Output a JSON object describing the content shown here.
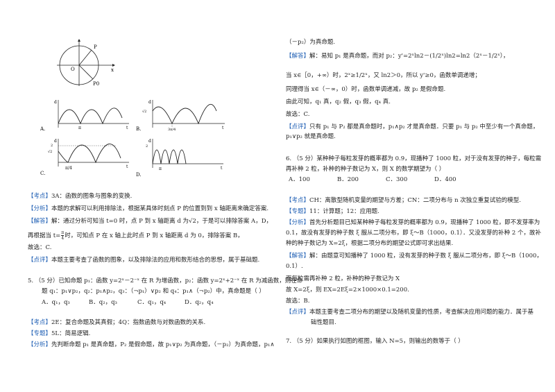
{
  "left": {
    "fig_top": {
      "label_P": "P",
      "label_O": "O",
      "label_x": "x",
      "label_P0": "P0"
    },
    "graphs": {
      "A": {
        "letter": "A.",
        "d": "d",
        "tick": "π",
        "t": "t"
      },
      "B": {
        "letter": "B.",
        "d": "d",
        "sqrt": "√2",
        "tick": "3π/4",
        "t": "t"
      },
      "C": {
        "letter": "C.",
        "d": "d",
        "two": "2",
        "sqrt": "√2",
        "tick": "π/4",
        "t": "t"
      },
      "D": {
        "letter": "D.",
        "d": "d",
        "two": "2",
        "tick": "π",
        "t": "t"
      }
    },
    "kaodian_tag": "【考点】",
    "kaodian_text": "3A：函数的图象与图象的变换.",
    "fenxi_tag": "【分析】",
    "fenxi_text": "本题的求解可以利用排除法，根据某具体时刻点 P 的位置到到 x 轴距离来确定答案.",
    "jieda_tag": "【解答】",
    "jieda_text1": "解：通过分析可知当 t=0 时，点 P 到 x 轴距离 d 为√2，于是可以排除答案 A，D，",
    "jieda_text2a": "再根据当 t=",
    "jieda_text2_frac_num": "π",
    "jieda_text2_frac_den": "4",
    "jieda_text2b": "时，可知点 P 在 x 轴上此时点 P 到 x 轴距离 d 为 0，排除答案 B，",
    "jieda_text3": "故选：C.",
    "dianping_tag": "【点评】",
    "dianping_text": "本题主要考查了函数的图象，以及排除法的应用和数形结合的思想，属于基础题.",
    "q5_line1": "5.  （5 分）已知命题 p₁：函数 y=2ˣ－2⁻ˣ 在 R 为增函数，p₂：函数 y=2ˣ+2⁻ˣ 在 R 为减函数，则在命",
    "q5_line2": "题 q₁：p₁∨p₂，q₂：p₁∧p₂，q₃：（¬p₁）∨p₂ 和 q₄：p₁∧（¬p₂）中，真命题是（     ）",
    "q5_options": [
      "A．q₁，q₃",
      "B．q₂，q₃",
      "C．q₁，q₄",
      "D．q₂，q₄"
    ],
    "q5_kaodian_tag": "【考点】",
    "q5_kaodian_text": "2E：复合命题及其真假；4Q：指数函数与对数函数的关系.",
    "q5_zhuanti_tag": "【专题】",
    "q5_zhuanti_text": "5L：简易逻辑.",
    "q5_fenxi_tag": "【分析】",
    "q5_fenxi_text": "先判断命题 p₁ 是真命题，P₂ 是假命题，故 p₁∨p₂ 为真命题，（－p₂）为真命题，p₁∧"
  },
  "right": {
    "r1": "（－p₂）为真命题.",
    "jieda_tag": "【解答】",
    "r2": "解：易知 p₁ 是真命题，而对 p₂：y'=2ˣln2－(1/2ˣ)ln2=ln2（2ˣ－1/2ˣ），",
    "r3": "当 x∈［0，+∞）时，2ˣ≥1/2ˣ，又 ln2＞0，所以 y'≥0，函数单调递增；",
    "r4": "同理得当 x∈（－∞，0）时，函数单调递减，故 p₂ 是假命题.",
    "r5": "由此可知，q₁ 真，q₂ 假，q₃ 假，q₄ 真.",
    "r6": "故选：C.",
    "dianping_tag": "【点评】",
    "r7": "只有 p₁ 与 P₂ 都是真命题时，p₁∧p₂ 才是真命题．只要 p₁ 与 p₂ 中至少有一个真命题，",
    "r8": "p₁∨p₂ 就是真命题.",
    "q6_line1": "6.  （5 分）某种种子每粒发芽的概率都为 0.9，现播种了 1000 粒，对于没有发芽的种子，每粒需",
    "q6_line2": "再补种 2 粒，补种的种子数记为 X，则 X 的数学期望为（     ）",
    "q6_options": [
      "A．100",
      "B．200",
      "C．300",
      "D．400"
    ],
    "kaodian_tag": "【考点】",
    "kaodian_text": "CH：离散型随机变量的期望与方差；CN：二项分布与 n 次独立重复试验的模型.",
    "zhuanti_tag": "【专题】",
    "zhuanti_text": "11：计算题；12：应用题.",
    "fenxi_tag": "【分析】",
    "f1": "首先分析题目已知某种种子每粒发芽的概率都为 0.9，现播种了 1000 粒，即不发芽率为",
    "f2": "0.1，故没有发芽的种子数 ξ 服从二项分布，即 ξ～B（1000，0.1）．又没发芽的补种 2 个，故补",
    "f3": "种的种子数记为 X=2ξ，根据二项分布的期望公式即可求出结果.",
    "jieda2_tag": "【解答】",
    "j1": "解：由题意可知播种了 1000 粒，没有发芽的种子数 ξ 服从二项分布，即 ξ～B（1000，",
    "j2": "0.1）.",
    "j3": "而每粒需再补种 2 粒，补种的种子数记为 X",
    "j4": "故 X=2ξ，则 EX=2Eξ=2×1000×0.1=200.",
    "j5": "故选：B.",
    "dianping2_tag": "【点评】",
    "d1": "本题主要考查二项分布的期望以及随机变量的性质，考查解决应用问题的能力．属于基",
    "d2": "础性题目.",
    "q7": "7.  （5 分）如果执行如图的框图，输入 N=5，则输出的数等于（     ）"
  }
}
